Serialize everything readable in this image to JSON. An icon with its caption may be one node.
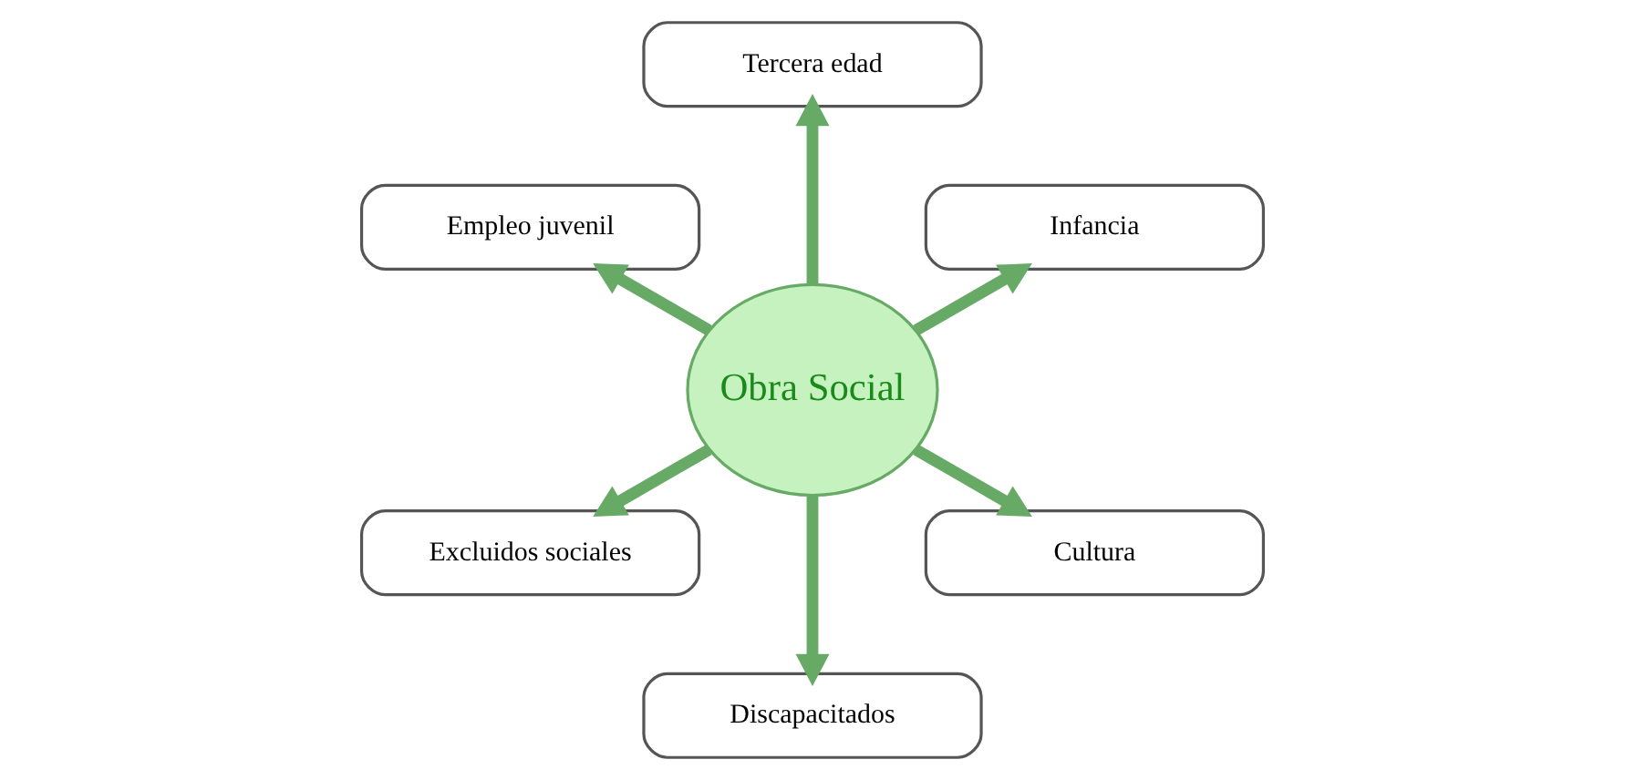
{
  "diagram": {
    "nodes": [
      {
        "text": [
          "Infancia"
        ]
      },
      {
        "text": [
          "Tercera edad"
        ]
      },
      {
        "text": [
          "Obra Social"
        ]
      },
      {
        "text": [
          "Empleo juvenil"
        ]
      },
      {
        "text": [
          "Excluidos sociales"
        ]
      },
      {
        "text": [
          "Discapacitados"
        ]
      },
      {
        "text": [
          "Cultura"
        ]
      }
    ],
    "edges": [
      {
        "from": 2,
        "to": 0,
        "arrow": "to"
      },
      {
        "from": 2,
        "to": 3,
        "arrow": "to"
      },
      {
        "from": 2,
        "to": 5,
        "arrow": "to"
      },
      {
        "from": 2,
        "to": 6,
        "arrow": "to"
      },
      {
        "from": 2,
        "to": 4,
        "arrow": "to"
      },
      {
        "from": 2,
        "to": 1,
        "arrow": "to"
      }
    ]
  }
}
